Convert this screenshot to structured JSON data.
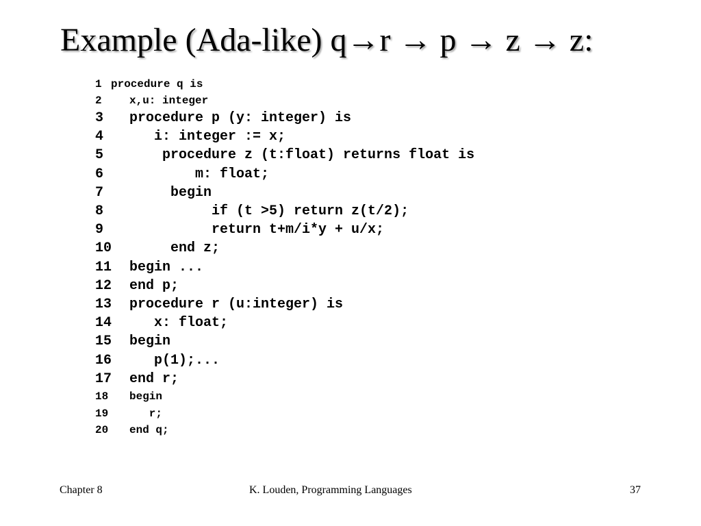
{
  "slide": {
    "title": "Example (Ada-like) q→r → p → z → z:"
  },
  "code": {
    "lines": [
      {
        "num": "1",
        "text": "procedure q is"
      },
      {
        "num": "2",
        "text": "x,u: integer"
      },
      {
        "num": "3",
        "text": "procedure p (y: integer) is"
      },
      {
        "num": "4",
        "text": "   i: integer := x;"
      },
      {
        "num": "5",
        "text": "    procedure z (t:float) returns float is"
      },
      {
        "num": "6",
        "text": "        m: float;"
      },
      {
        "num": "7",
        "text": "     begin"
      },
      {
        "num": "8",
        "text": "          if (t >5) return z(t/2);"
      },
      {
        "num": "9",
        "text": "          return t+m/i*y + u/x;"
      },
      {
        "num": "10",
        "text": "     end z;"
      },
      {
        "num": "11",
        "text": "begin ..."
      },
      {
        "num": "12",
        "text": "end p;"
      },
      {
        "num": "13",
        "text": "procedure r (u:integer) is"
      },
      {
        "num": "14",
        "text": "   x: float;"
      },
      {
        "num": "15",
        "text": "begin"
      },
      {
        "num": "16",
        "text": "   p(1);..."
      },
      {
        "num": "17",
        "text": "end r;"
      },
      {
        "num": "18",
        "text": "begin"
      },
      {
        "num": "19",
        "text": "   r;"
      },
      {
        "num": "20",
        "text": "end q;"
      }
    ]
  },
  "footer": {
    "chapter": "Chapter 8",
    "source": "K. Louden, Programming Languages",
    "page_number": "37"
  }
}
